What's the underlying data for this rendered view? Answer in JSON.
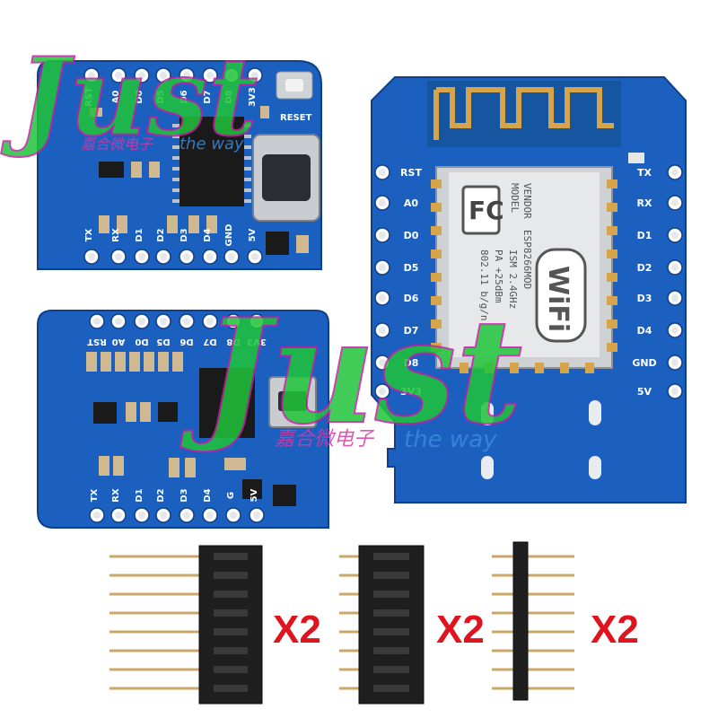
{
  "watermark": {
    "logo": "Just",
    "tagline_cn": "嘉合微电子",
    "tagline_en": "the way"
  },
  "colors": {
    "pcb_blue": "#1b5fbf",
    "pcb_edge": "#0f3f8a",
    "silkscreen": "#ffffff",
    "gold": "#d6a44a",
    "quantity_red": "#e0141e",
    "watermark_green": "#1fc43a"
  },
  "board_typec": {
    "top_labels": [
      "RST",
      "A0",
      "D0",
      "D5",
      "D6",
      "D7",
      "D8",
      "3V3"
    ],
    "bottom_labels": [
      "TX",
      "RX",
      "D1",
      "D2",
      "D3",
      "D4",
      "GND",
      "5V"
    ],
    "reset_label": "RESET"
  },
  "board_micro": {
    "top_labels": [
      "RST",
      "A0",
      "D0",
      "D5",
      "D6",
      "D7",
      "D8",
      "3V3"
    ],
    "bottom_labels": [
      "TX",
      "RX",
      "D1",
      "D2",
      "D3",
      "D4",
      "G",
      "5V"
    ]
  },
  "board_wifi": {
    "left_labels": [
      "RST",
      "A0",
      "D0",
      "D5",
      "D6",
      "D7",
      "D8",
      "3V3"
    ],
    "right_labels": [
      "TX",
      "RX",
      "D1",
      "D2",
      "D3",
      "D4",
      "GND",
      "5V"
    ],
    "module": {
      "model_label": "MODEL",
      "vendor_label": "VENDOR",
      "fc_mark": "FC",
      "model": "ESP8266MOD",
      "ism": "ISM 2.4GHz",
      "pa": "PA +25dBm",
      "standard": "802.11 b/g/n",
      "wifi_badge": "WiFi"
    }
  },
  "headers": [
    {
      "type": "long-pin female header",
      "quantity": "X2"
    },
    {
      "type": "short-pin female header",
      "quantity": "X2"
    },
    {
      "type": "male pin header",
      "quantity": "X2"
    }
  ]
}
